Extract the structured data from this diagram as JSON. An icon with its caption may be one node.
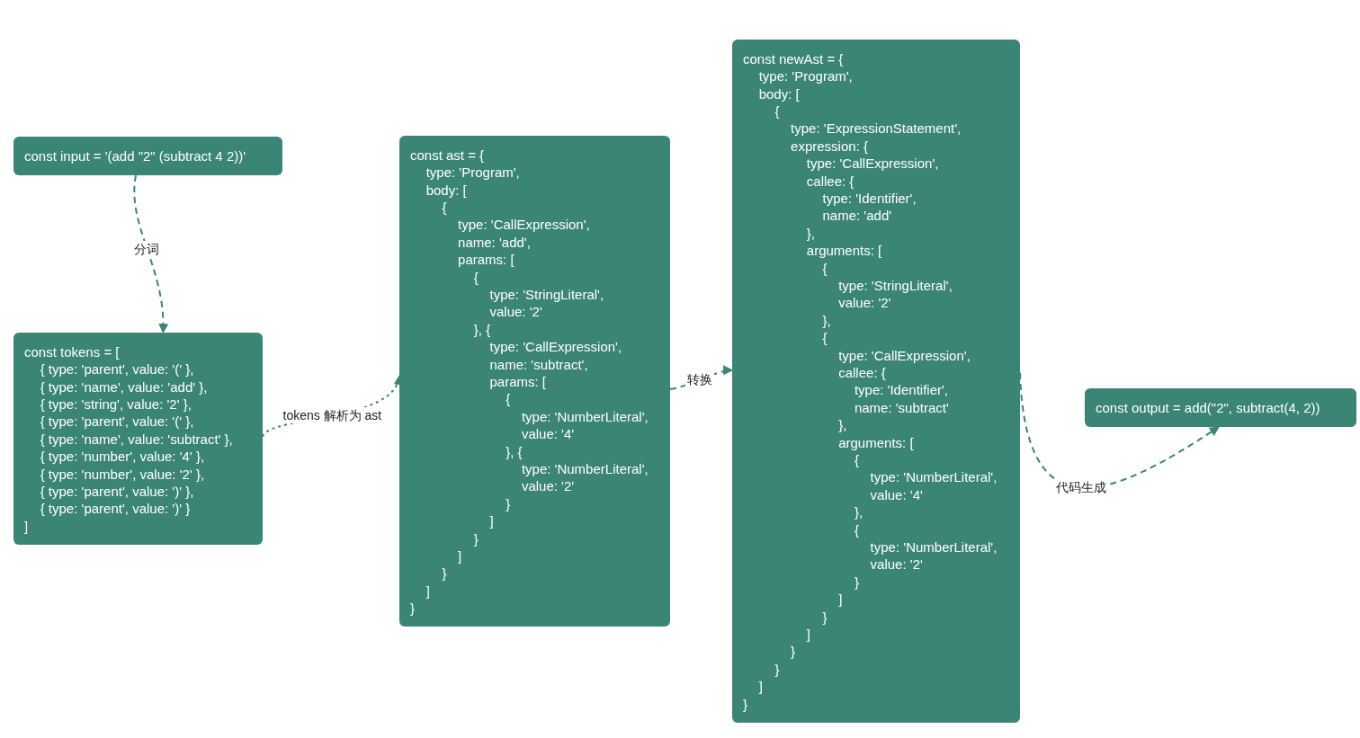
{
  "diagram": {
    "nodes": [
      {
        "text": [
          "const input = '(add \"2\" (subtract 4 2))'"
        ]
      },
      {
        "text": [
          "const tokens = [",
          "{ type: 'parent', value: '(' },",
          "{ type: 'name', value: 'add' },",
          "{ type: 'string', value: '2' },",
          "{ type: 'parent', value: '(' },",
          "{ type: 'name', value: 'subtract' },",
          "{ type: 'number', value: '4' },",
          "{ type: 'number', value: '2' },",
          "{ type: 'parent', value: ')' },",
          "{ type: 'parent', value: ')' }",
          "]"
        ]
      },
      {
        "text": [
          "const ast = {",
          "type: 'Program',",
          "body: [",
          "{",
          "type: 'CallExpression',",
          "name: 'add',",
          "params: [",
          "{",
          "type: 'StringLiteral',",
          "value: '2'",
          "}, {",
          "type: 'CallExpression',",
          "name: 'subtract',",
          "params: [",
          "{",
          "type: 'NumberLiteral',",
          "value: '4'",
          "}, {",
          "type: 'NumberLiteral',",
          "value: '2'",
          "}",
          "]",
          "}",
          "]",
          "}",
          "]",
          "}"
        ]
      },
      {
        "text": [
          "const newAst = {",
          "type: 'Program',",
          "body: [",
          "{",
          "type: 'ExpressionStatement',",
          "expression: {",
          "type: 'CallExpression',",
          "callee: {",
          "type: 'Identifier',",
          "name: 'add'",
          "},",
          "arguments: [",
          "{",
          "type: 'StringLiteral',",
          "value: '2'",
          "},",
          "{",
          "type: 'CallExpression',",
          "callee: {",
          "type: 'Identifier',",
          "name: 'subtract'",
          "},",
          "arguments: [",
          "{",
          "type: 'NumberLiteral',",
          "value: '4'",
          "},",
          "{",
          "type: 'NumberLiteral',",
          "value: '2'",
          "}",
          "]",
          "}",
          "]",
          "}",
          "}",
          "]",
          "}"
        ]
      },
      {
        "text": [
          "const output = add(\"2\", subtract(4, 2))"
        ]
      }
    ],
    "edges": [
      {
        "from": 0,
        "to": 1,
        "arrow": "to",
        "label": "分词",
        "style": "dashed"
      },
      {
        "from": 1,
        "to": 2,
        "arrow": "to",
        "label": "tokens 解析为 ast",
        "style": "dashed"
      },
      {
        "from": 2,
        "to": 3,
        "arrow": "to",
        "label": "转换",
        "style": "dashed"
      },
      {
        "from": 3,
        "to": 4,
        "arrow": "to",
        "label": "代码生成",
        "style": "dashed"
      }
    ]
  }
}
